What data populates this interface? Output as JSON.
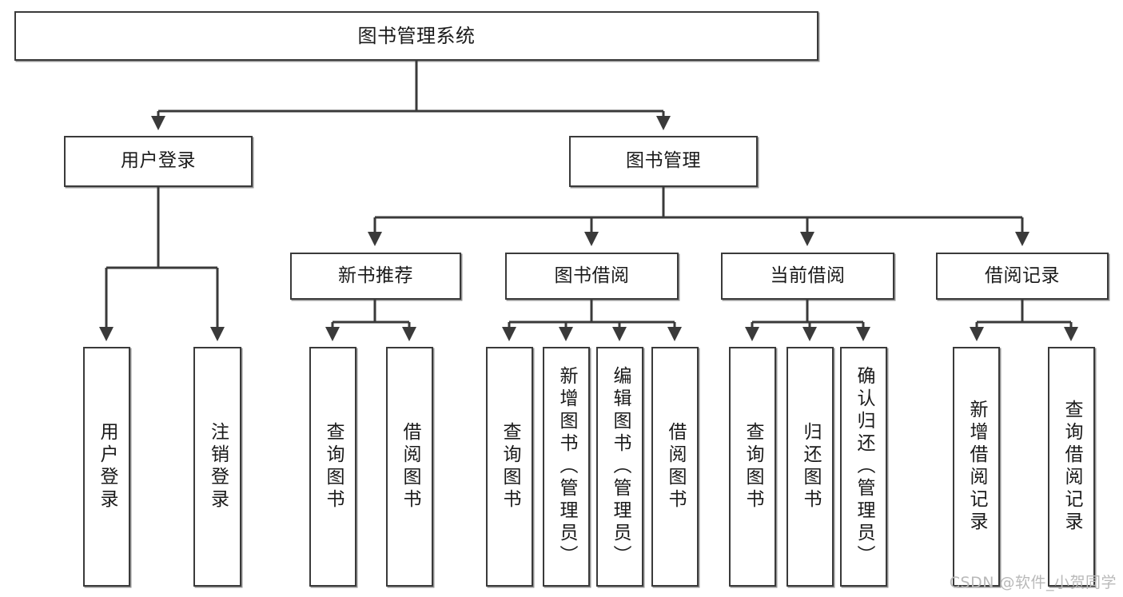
{
  "diagram": {
    "type": "tree-hierarchy",
    "title": "图书管理系统",
    "watermark": "CSDN @软件_小贺同学",
    "colors": {
      "box_border": "#3a3a3a",
      "box_fill": "#ffffff",
      "edge": "#3a3a3a",
      "text": "#1a1a1a",
      "watermark": "#b9b9b9"
    },
    "levels": {
      "root": {
        "label": "图书管理系统"
      },
      "level2": [
        {
          "id": "user-login",
          "label": "用户登录"
        },
        {
          "id": "book-manage",
          "label": "图书管理"
        }
      ],
      "level3": [
        {
          "id": "new-book-recommend",
          "label": "新书推荐",
          "parent": "book-manage"
        },
        {
          "id": "book-borrow",
          "label": "图书借阅",
          "parent": "book-manage"
        },
        {
          "id": "current-borrow",
          "label": "当前借阅",
          "parent": "book-manage"
        },
        {
          "id": "borrow-record",
          "label": "借阅记录",
          "parent": "book-manage"
        }
      ],
      "leaves": [
        {
          "id": "leaf-user-login",
          "label": "用户登录",
          "parent": "user-login"
        },
        {
          "id": "leaf-user-logout",
          "label": "注销登录",
          "parent": "user-login"
        },
        {
          "id": "leaf-query-book-1",
          "label": "查询图书",
          "parent": "new-book-recommend"
        },
        {
          "id": "leaf-borrow-book-1",
          "label": "借阅图书",
          "parent": "new-book-recommend"
        },
        {
          "id": "leaf-query-book-2",
          "label": "查询图书",
          "parent": "book-borrow"
        },
        {
          "id": "leaf-add-book",
          "label": "新增图书（管理员）",
          "parent": "book-borrow"
        },
        {
          "id": "leaf-edit-book",
          "label": "编辑图书（管理员）",
          "parent": "book-borrow"
        },
        {
          "id": "leaf-borrow-book-2",
          "label": "借阅图书",
          "parent": "book-borrow"
        },
        {
          "id": "leaf-query-book-3",
          "label": "查询图书",
          "parent": "current-borrow"
        },
        {
          "id": "leaf-return-book",
          "label": "归还图书",
          "parent": "current-borrow"
        },
        {
          "id": "leaf-confirm-return",
          "label": "确认归还（管理员）",
          "parent": "current-borrow"
        },
        {
          "id": "leaf-add-record",
          "label": "新增借阅记录",
          "parent": "borrow-record"
        },
        {
          "id": "leaf-query-record",
          "label": "查询借阅记录",
          "parent": "borrow-record"
        }
      ]
    }
  }
}
